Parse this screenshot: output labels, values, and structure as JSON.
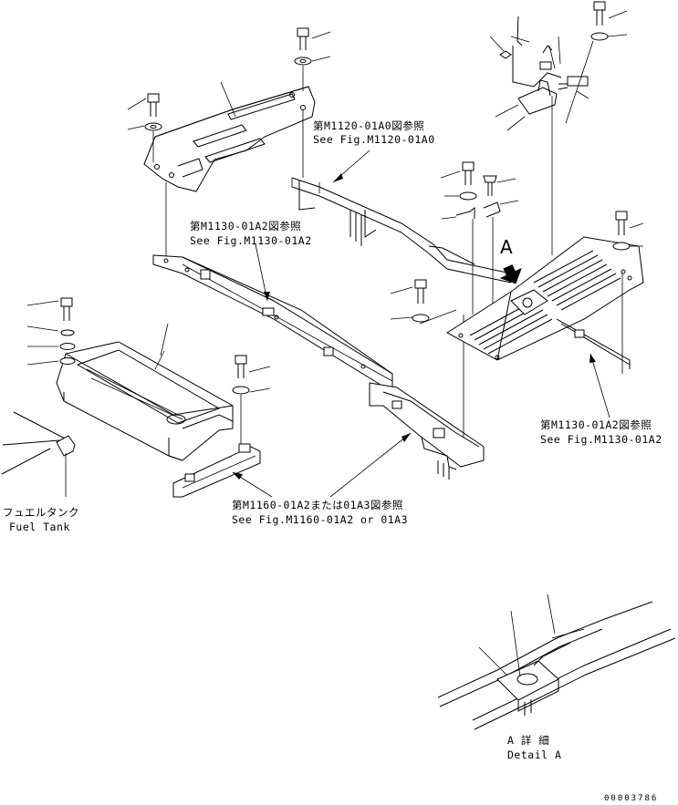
{
  "references": {
    "m1120_jp": "第M1120-01A0図参照",
    "m1120_en": "See Fig.M1120-01A0",
    "m1130_left_jp": "第M1130-01A2図参照",
    "m1130_left_en": "See Fig.M1130-01A2",
    "m1130_right_jp": "第M1130-01A2図参照",
    "m1130_right_en": "See Fig.M1130-01A2",
    "m1160_jp": "第M1160-01A2または01A3図参照",
    "m1160_en": "See Fig.M1160-01A2 or 01A3"
  },
  "fuel_tank": {
    "jp": "フュエルタンク",
    "en": "Fuel Tank"
  },
  "detail": {
    "marker": "A",
    "jp": "A 詳 細",
    "en": "Detail A"
  },
  "drawing_number": "00003786"
}
